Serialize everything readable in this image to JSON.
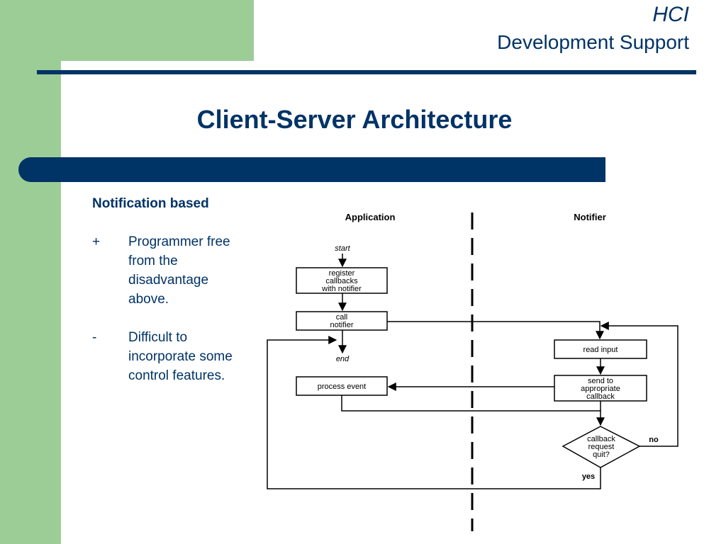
{
  "header": {
    "course": "HCI",
    "section": "Development Support"
  },
  "slide": {
    "title": "Client-Server Architecture"
  },
  "content": {
    "heading": "Notification based",
    "bullets": [
      {
        "marker": "+",
        "text": "Programmer free from the disadvantage above."
      },
      {
        "marker": "-",
        "text": "Difficult to incorporate some control features."
      }
    ]
  },
  "diagram": {
    "lanes": {
      "left": "Application",
      "right": "Notifier"
    },
    "labels": {
      "start": "start",
      "register": [
        "register",
        "callbacks",
        "with notifier"
      ],
      "call": [
        "call",
        "notifier"
      ],
      "end": "end",
      "process": "process event",
      "read": "read input",
      "send": [
        "send to",
        "appropriate",
        "callback"
      ],
      "decision": [
        "callback",
        "request",
        "quit?"
      ],
      "no": "no",
      "yes": "yes"
    }
  },
  "colors": {
    "navy": "#003366",
    "green": "#9dcd97"
  }
}
